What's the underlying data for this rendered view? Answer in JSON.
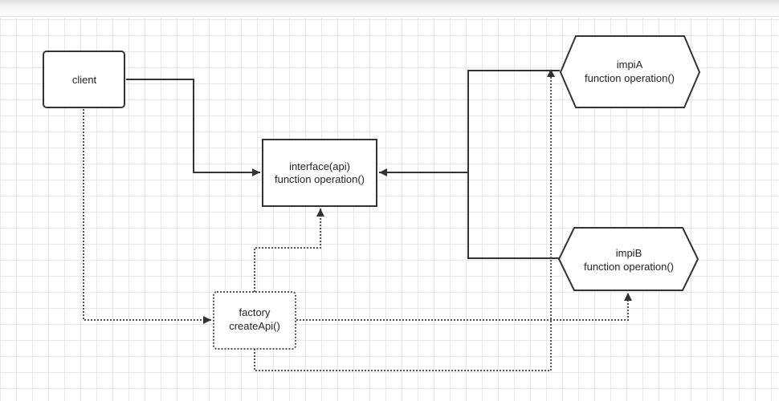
{
  "nodes": {
    "client": {
      "line1": "client"
    },
    "interface": {
      "line1": "interface(api)",
      "line2": "function operation()"
    },
    "impla": {
      "line1": "impiA",
      "line2": "function operation()"
    },
    "implb": {
      "line1": "impiB",
      "line2": "function operation()"
    },
    "factory": {
      "line1": "factory",
      "line2": "createApi()"
    }
  },
  "colors": {
    "stroke": "#333333",
    "dashed": "#555555",
    "grid": "#e6e6e6",
    "text": "#222222"
  }
}
